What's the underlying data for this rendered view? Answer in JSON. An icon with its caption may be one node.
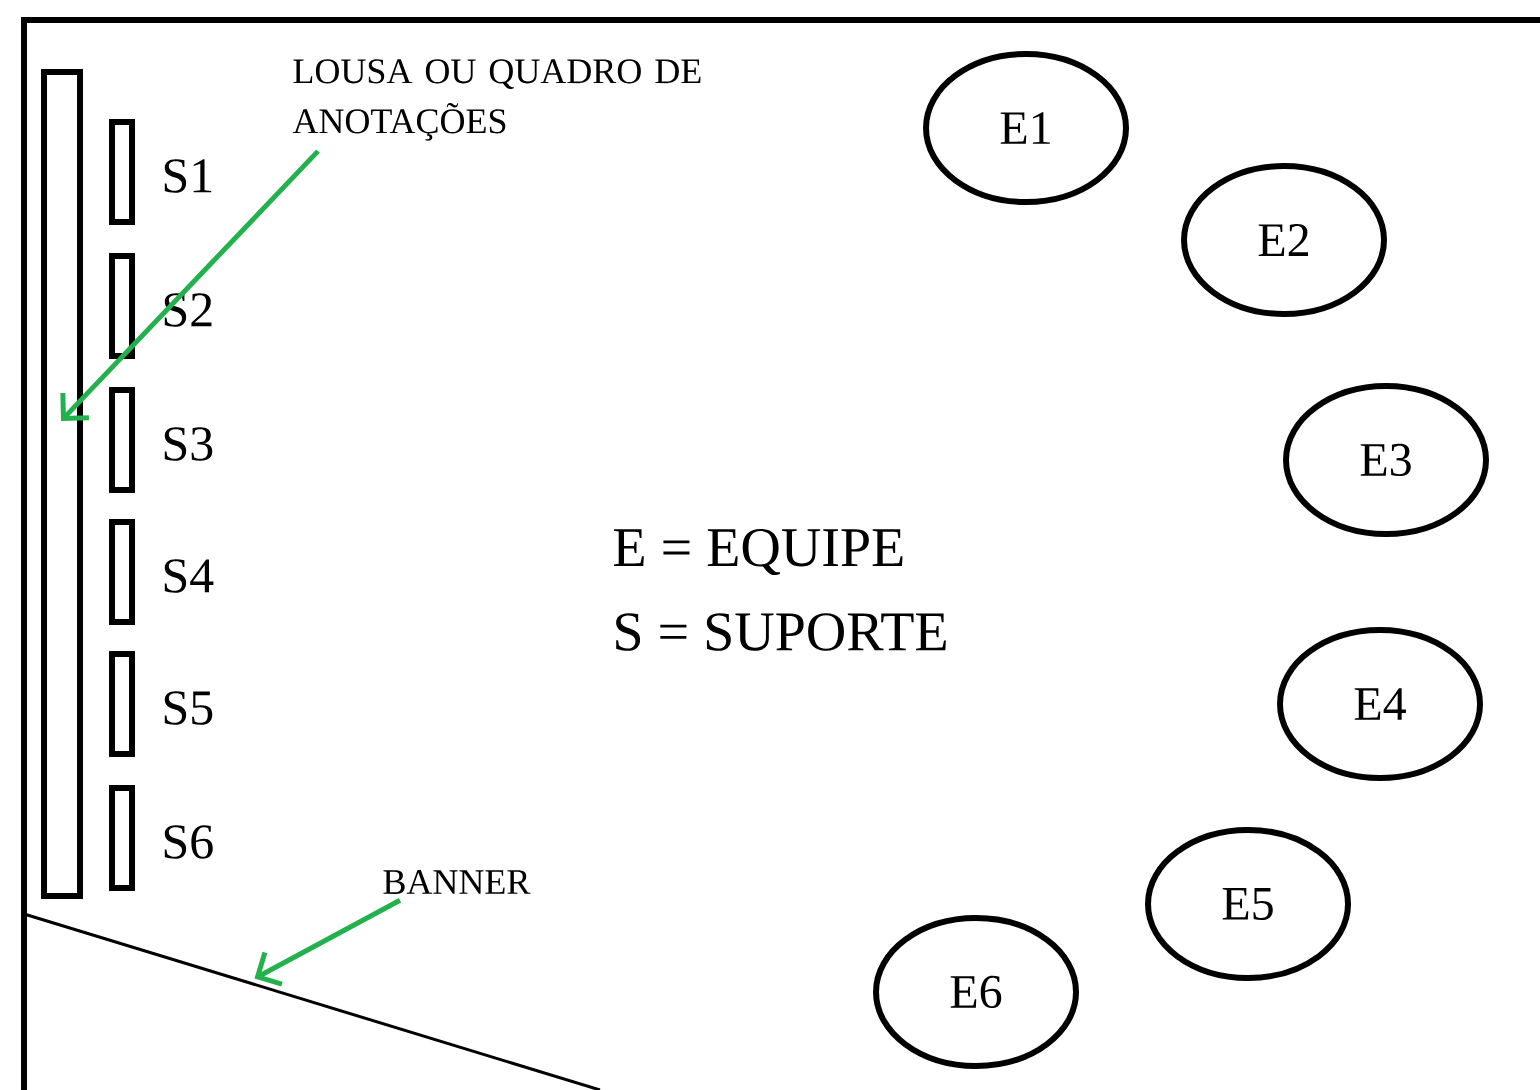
{
  "diagram": {
    "nodes": [
      {
        "text": [
          "LOUSA OU QUADRO DE ANOTAÇÕES"
        ]
      },
      {
        "text": [],
        "shape": "box"
      },
      {
        "text": [
          "BANNER"
        ]
      },
      {
        "text": [],
        "shape": "line"
      },
      {
        "text": [],
        "shape": "box",
        "beside": [
          "S1"
        ]
      },
      {
        "text": [],
        "shape": "box",
        "beside": [
          "S2"
        ]
      },
      {
        "text": [],
        "shape": "box",
        "beside": [
          "S3"
        ]
      },
      {
        "text": [],
        "shape": "box",
        "beside": [
          "S4"
        ]
      },
      {
        "text": [],
        "shape": "box",
        "beside": [
          "S5"
        ]
      },
      {
        "text": [],
        "shape": "box",
        "beside": [
          "S6"
        ]
      },
      {
        "text": [
          "E1"
        ]
      },
      {
        "text": [
          "E2"
        ]
      },
      {
        "text": [
          "E3"
        ]
      },
      {
        "text": [
          "E4"
        ]
      },
      {
        "text": [
          "E5"
        ]
      },
      {
        "text": [
          "E6"
        ]
      }
    ],
    "edges": [
      {
        "from": 0,
        "to": 1,
        "arrow": "to"
      },
      {
        "from": 2,
        "to": 3,
        "arrow": "to"
      }
    ],
    "labels": [
      "E = EQUIPE",
      "S = SUPORTE"
    ]
  }
}
